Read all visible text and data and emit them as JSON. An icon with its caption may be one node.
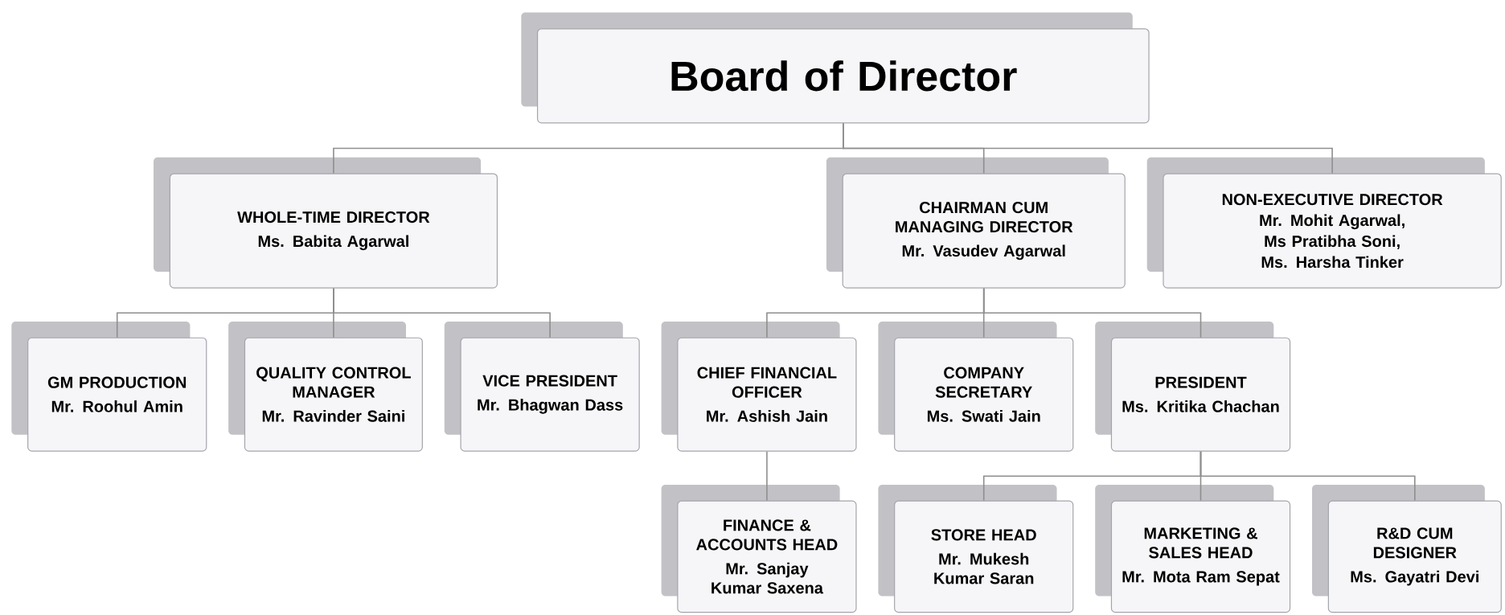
{
  "diagram": {
    "nodes": [
      {
        "text": [
          "Board of Director"
        ]
      },
      {
        "text": [
          "WHOLE-TIME DIRECTOR",
          "Ms. Babita Agarwal"
        ]
      },
      {
        "text": [
          "CHAIRMAN CUM MANAGING DIRECTOR",
          "Mr. Vasudev Agarwal"
        ]
      },
      {
        "text": [
          "NON-EXECUTIVE DIRECTOR",
          "Mr. Mohit Agarwal,",
          "Ms Pratibha Soni,",
          "Ms. Harsha Tinker"
        ]
      },
      {
        "text": [
          "GM PRODUCTION",
          "Mr. Roohul Amin"
        ]
      },
      {
        "text": [
          "QUALITY CONTROL MANAGER",
          "Mr. Ravinder Saini"
        ]
      },
      {
        "text": [
          "VICE PRESIDENT",
          "Mr. Bhagwan Dass"
        ]
      },
      {
        "text": [
          "CHIEF FINANCIAL OFFICER",
          "Mr. Ashish Jain"
        ]
      },
      {
        "text": [
          "COMPANY SECRETARY",
          "Ms. Swati Jain"
        ]
      },
      {
        "text": [
          "PRESIDENT",
          "Ms. Kritika Chachan"
        ]
      },
      {
        "text": [
          "FINANCE & ACCOUNTS HEAD",
          "Mr. Sanjay Kumar Saxena"
        ]
      },
      {
        "text": [
          "STORE HEAD",
          "Mr. Mukesh Kumar Saran"
        ]
      },
      {
        "text": [
          "MARKETING & SALES HEAD",
          "Mr. Mota Ram Sepat"
        ]
      },
      {
        "text": [
          "R&D CUM DESIGNER",
          "Ms. Gayatri Devi"
        ]
      }
    ],
    "edges": [
      {
        "from": 0,
        "to": 1,
        "arrow": "none"
      },
      {
        "from": 0,
        "to": 2,
        "arrow": "none"
      },
      {
        "from": 0,
        "to": 3,
        "arrow": "none"
      },
      {
        "from": 1,
        "to": 4,
        "arrow": "none"
      },
      {
        "from": 1,
        "to": 5,
        "arrow": "none"
      },
      {
        "from": 1,
        "to": 6,
        "arrow": "none"
      },
      {
        "from": 2,
        "to": 7,
        "arrow": "none"
      },
      {
        "from": 2,
        "to": 8,
        "arrow": "none"
      },
      {
        "from": 2,
        "to": 9,
        "arrow": "none"
      },
      {
        "from": 7,
        "to": 10,
        "arrow": "none"
      },
      {
        "from": 9,
        "to": 11,
        "arrow": "none"
      },
      {
        "from": 9,
        "to": 12,
        "arrow": "none"
      },
      {
        "from": 9,
        "to": 13,
        "arrow": "none"
      }
    ]
  }
}
